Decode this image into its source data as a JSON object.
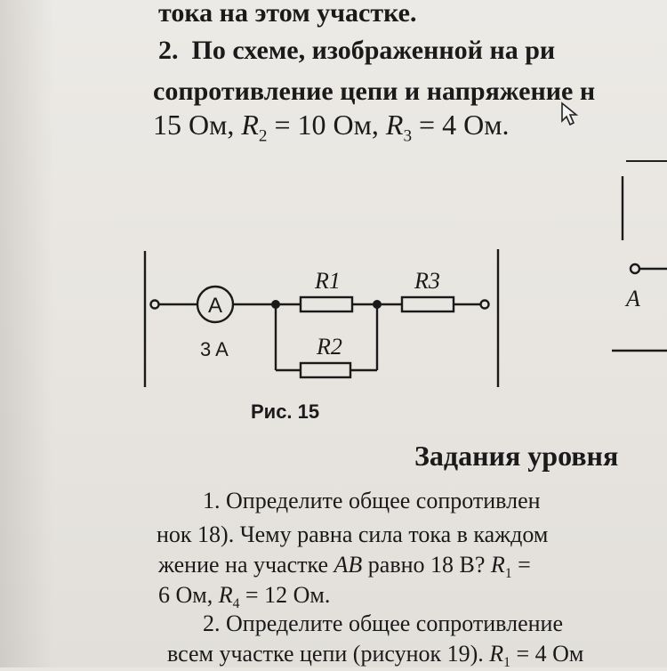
{
  "text": {
    "top_line": "тока на этом участке.",
    "p2_num": "2.",
    "p2_line1": "По схеме, изображенной на ри",
    "p2_line2": "сопротивление цепи и напряжение н",
    "p2_line3_a": "15 Ом, ",
    "p2_line3_r2": "R",
    "p2_line3_r2_sub": "2",
    "p2_line3_b": " = 10 Ом, ",
    "p2_line3_r3": "R",
    "p2_line3_r3_sub": "3",
    "p2_line3_c": " = 4 Ом.",
    "fig_caption": "Рис. 15",
    "section_title": "Задания уровня",
    "q1_line1": "1.  Определите общее сопротивлен",
    "q1_line2": "нок 18). Чему равна сила тока в каждом",
    "q1_line3_a": "жение на участке ",
    "q1_line3_ab": "AB",
    "q1_line3_b": " равно 18 В? ",
    "q1_line3_r1": "R",
    "q1_line3_r1_sub": "1",
    "q1_line3_c": " =",
    "q1_line4_a": "6 Ом, ",
    "q1_line4_r4": "R",
    "q1_line4_r4_sub": "4",
    "q1_line4_b": " = 12 Ом.",
    "q2_line1": "2.  Определите общее сопротивление",
    "q2_line2_a": "всем участке цепи (рисунок 19). ",
    "q2_line2_r1": "R",
    "q2_line2_r1_sub": "1",
    "q2_line2_b": " = 4 Ом"
  },
  "circuit": {
    "ammeter_label": "A",
    "ammeter_reading": "3 A",
    "r1_label": "R1",
    "r2_label": "R2",
    "r3_label": "R3"
  },
  "circuit2": {
    "node_label": "A"
  },
  "colors": {
    "ink": "#1a1a1a",
    "paper": "#e9e6e1"
  }
}
